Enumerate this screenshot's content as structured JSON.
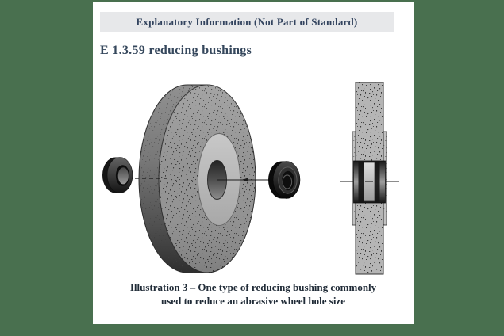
{
  "header": {
    "banner": "Explanatory Information (Not Part of Standard)"
  },
  "section": {
    "heading": "E 1.3.59 reducing bushings"
  },
  "figure": {
    "caption_line1": "Illustration 3 – One type of reducing bushing commonly",
    "caption_line2": "used to reduce an abrasive wheel hole size",
    "parts": [
      "left-reducing-bushing",
      "abrasive-wheel-front-view",
      "right-reducing-bushing",
      "wheel-side-section-with-bushing"
    ]
  },
  "colors": {
    "background": "#49704f",
    "paper": "#ffffff",
    "banner_bg": "#e7e8ea",
    "heading_text": "#35475c",
    "caption_text": "#212c38",
    "wheel_face_gray": "#939393",
    "wheel_recess_gray": "#b9b9b9",
    "wheel_side_gray": "#b5b5b5",
    "bushing_dark": "#161616"
  }
}
